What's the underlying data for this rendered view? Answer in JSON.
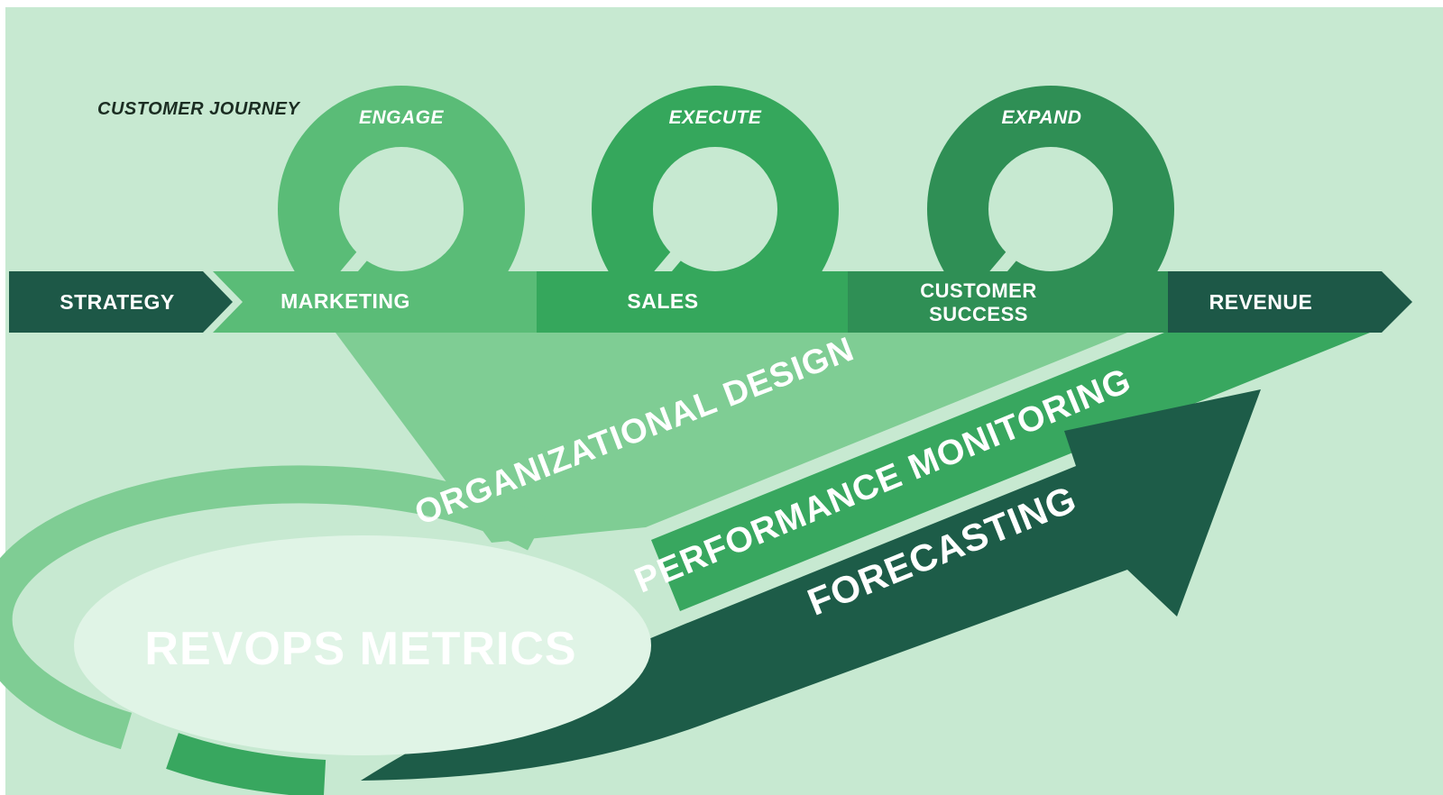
{
  "header": {
    "title": "CUSTOMER JOURNEY"
  },
  "loops": [
    {
      "id": "engage",
      "label": "ENGAGE"
    },
    {
      "id": "execute",
      "label": "EXECUTE"
    },
    {
      "id": "expand",
      "label": "EXPAND"
    }
  ],
  "stages": [
    {
      "label": "STRATEGY"
    },
    {
      "label": "MARKETING"
    },
    {
      "label": "SALES"
    },
    {
      "label": "CUSTOMER SUCCESS",
      "line1": "CUSTOMER",
      "line2": "SUCCESS"
    },
    {
      "label": "REVENUE"
    }
  ],
  "ribbons": [
    {
      "label": "ORGANIZATIONAL DESIGN"
    },
    {
      "label": "PERFORMANCE MONITORING"
    },
    {
      "label": "FORECASTING"
    }
  ],
  "metrics": {
    "label": "REVOPS METRICS"
  },
  "colors": {
    "background": "#c7e9d1",
    "stage_strategy": "#1d5847",
    "stage_marketing": "#5abc77",
    "stage_sales": "#35a75c",
    "stage_customer_success": "#2f8f55",
    "stage_revenue": "#1d5847",
    "loop_engage": "#5abc77",
    "loop_execute": "#35a75c",
    "loop_expand": "#2f8f55",
    "ribbon_org_design": "#7fcd94",
    "ribbon_perf_mon": "#38a75f",
    "ribbon_forecasting": "#1d5c48",
    "metrics_ring": "#7fcd94",
    "metrics_ring_accent": "#38a75f",
    "metrics_fill": "#e0f4e6",
    "text_light": "#ffffff",
    "text_dark": "#1b2d22"
  }
}
